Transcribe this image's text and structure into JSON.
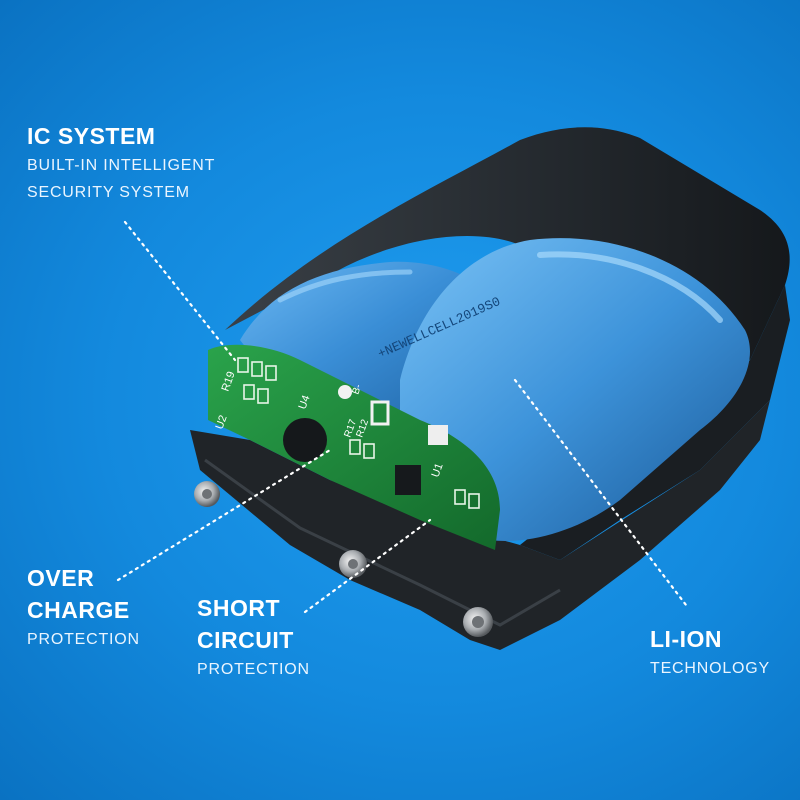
{
  "background_color": "#138ade",
  "callouts": {
    "ic_system": {
      "title": "IC SYSTEM",
      "subtitle_line1": "BUILT-IN INTELLIGENT",
      "subtitle_line2": "SECURITY SYSTEM"
    },
    "over_charge": {
      "title_line1": "OVER",
      "title_line2": "CHARGE",
      "subtitle": "PROTECTION"
    },
    "short_circuit": {
      "title_line1": "SHORT",
      "title_line2": "CIRCUIT",
      "subtitle": "PROTECTION"
    },
    "li_ion": {
      "title": "LI-ION",
      "subtitle": "TECHNOLOGY"
    }
  },
  "cell_print": "+NEWELLCELL2019S0",
  "pcb_labels": {
    "r19": "R19",
    "u2": "U2",
    "u4": "U4",
    "u1": "U1",
    "b_minus": "B-",
    "r17": "R17",
    "r12": "R12"
  },
  "colors": {
    "case": "#1e2226",
    "cell": "#3b8fd6",
    "pcb": "#1e8a3c",
    "callout_text": "#ffffff"
  }
}
